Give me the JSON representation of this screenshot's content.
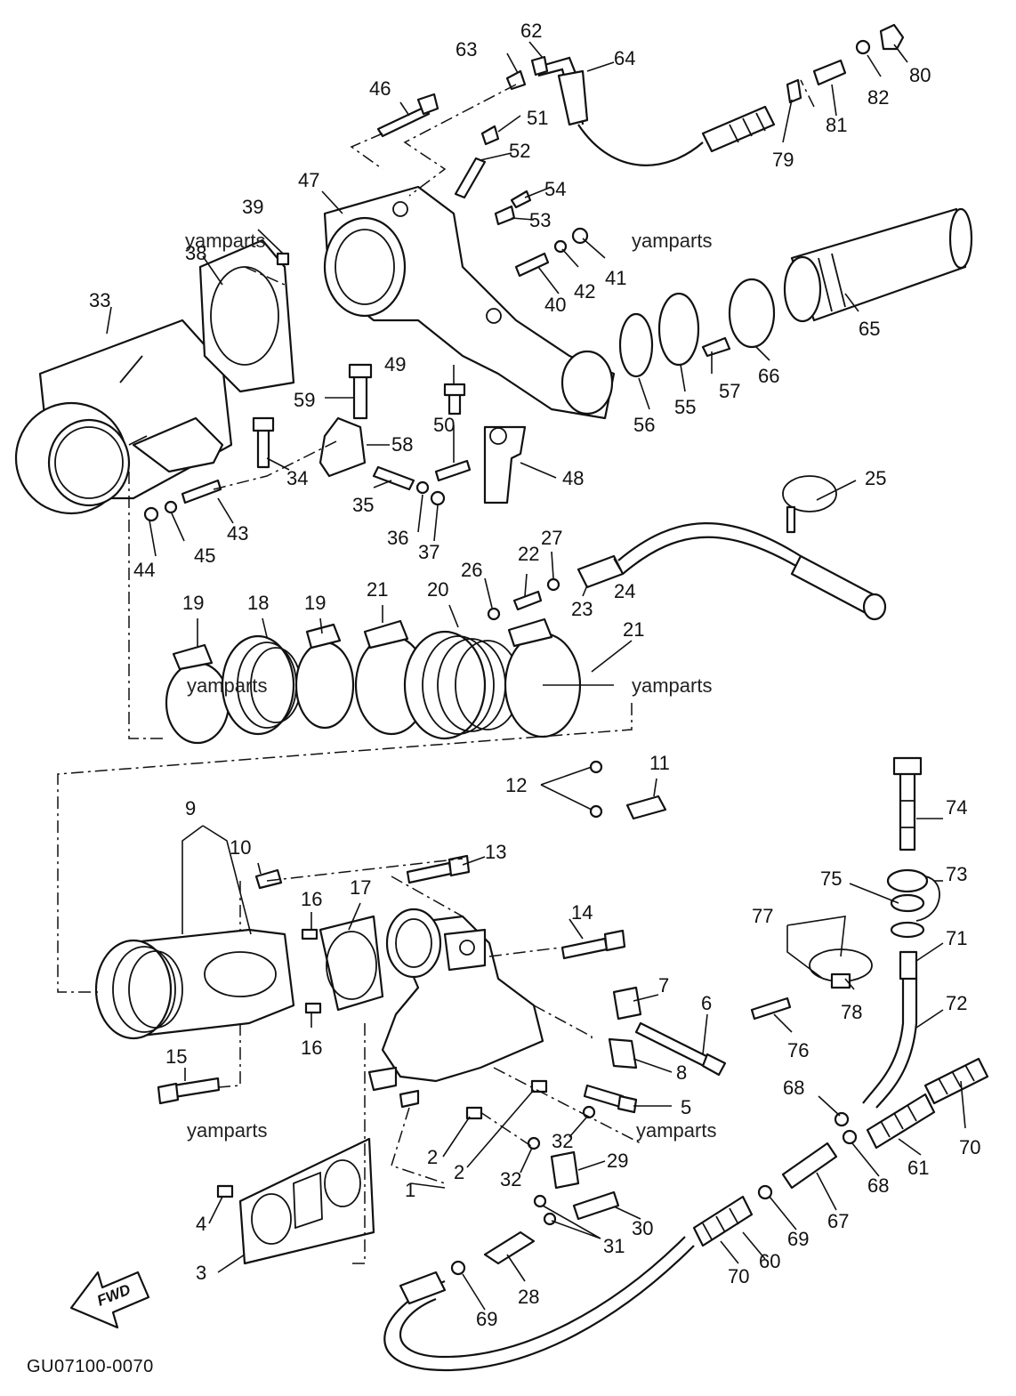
{
  "diagram": {
    "drawing_code": "GU07100-0070",
    "watermark": "yamparts",
    "direction_label": "FWD"
  },
  "callouts": [
    {
      "id": "c1",
      "label": "1"
    },
    {
      "id": "c2a",
      "label": "2"
    },
    {
      "id": "c2b",
      "label": "2"
    },
    {
      "id": "c3",
      "label": "3"
    },
    {
      "id": "c4",
      "label": "4"
    },
    {
      "id": "c5",
      "label": "5"
    },
    {
      "id": "c6",
      "label": "6"
    },
    {
      "id": "c7",
      "label": "7"
    },
    {
      "id": "c8",
      "label": "8"
    },
    {
      "id": "c9",
      "label": "9"
    },
    {
      "id": "c10",
      "label": "10"
    },
    {
      "id": "c11",
      "label": "11"
    },
    {
      "id": "c12",
      "label": "12"
    },
    {
      "id": "c13",
      "label": "13"
    },
    {
      "id": "c14",
      "label": "14"
    },
    {
      "id": "c15",
      "label": "15"
    },
    {
      "id": "c16a",
      "label": "16"
    },
    {
      "id": "c16b",
      "label": "16"
    },
    {
      "id": "c17",
      "label": "17"
    },
    {
      "id": "c18",
      "label": "18"
    },
    {
      "id": "c19a",
      "label": "19"
    },
    {
      "id": "c19b",
      "label": "19"
    },
    {
      "id": "c20",
      "label": "20"
    },
    {
      "id": "c21a",
      "label": "21"
    },
    {
      "id": "c21b",
      "label": "21"
    },
    {
      "id": "c22",
      "label": "22"
    },
    {
      "id": "c23",
      "label": "23"
    },
    {
      "id": "c24",
      "label": "24"
    },
    {
      "id": "c25",
      "label": "25"
    },
    {
      "id": "c26",
      "label": "26"
    },
    {
      "id": "c27",
      "label": "27"
    },
    {
      "id": "c28",
      "label": "28"
    },
    {
      "id": "c29",
      "label": "29"
    },
    {
      "id": "c30",
      "label": "30"
    },
    {
      "id": "c31",
      "label": "31"
    },
    {
      "id": "c32a",
      "label": "32"
    },
    {
      "id": "c32b",
      "label": "32"
    },
    {
      "id": "c33",
      "label": "33"
    },
    {
      "id": "c34",
      "label": "34"
    },
    {
      "id": "c35",
      "label": "35"
    },
    {
      "id": "c36",
      "label": "36"
    },
    {
      "id": "c37",
      "label": "37"
    },
    {
      "id": "c38",
      "label": "38"
    },
    {
      "id": "c39",
      "label": "39"
    },
    {
      "id": "c40",
      "label": "40"
    },
    {
      "id": "c41",
      "label": "41"
    },
    {
      "id": "c42",
      "label": "42"
    },
    {
      "id": "c43",
      "label": "43"
    },
    {
      "id": "c44",
      "label": "44"
    },
    {
      "id": "c45",
      "label": "45"
    },
    {
      "id": "c46",
      "label": "46"
    },
    {
      "id": "c47",
      "label": "47"
    },
    {
      "id": "c48",
      "label": "48"
    },
    {
      "id": "c49",
      "label": "49"
    },
    {
      "id": "c50",
      "label": "50"
    },
    {
      "id": "c51",
      "label": "51"
    },
    {
      "id": "c52",
      "label": "52"
    },
    {
      "id": "c53",
      "label": "53"
    },
    {
      "id": "c54",
      "label": "54"
    },
    {
      "id": "c55",
      "label": "55"
    },
    {
      "id": "c56",
      "label": "56"
    },
    {
      "id": "c57",
      "label": "57"
    },
    {
      "id": "c58",
      "label": "58"
    },
    {
      "id": "c59",
      "label": "59"
    },
    {
      "id": "c60",
      "label": "60"
    },
    {
      "id": "c61",
      "label": "61"
    },
    {
      "id": "c62",
      "label": "62"
    },
    {
      "id": "c63",
      "label": "63"
    },
    {
      "id": "c64",
      "label": "64"
    },
    {
      "id": "c65",
      "label": "65"
    },
    {
      "id": "c66",
      "label": "66"
    },
    {
      "id": "c67",
      "label": "67"
    },
    {
      "id": "c68a",
      "label": "68"
    },
    {
      "id": "c68b",
      "label": "68"
    },
    {
      "id": "c69a",
      "label": "69"
    },
    {
      "id": "c69b",
      "label": "69"
    },
    {
      "id": "c70a",
      "label": "70"
    },
    {
      "id": "c70b",
      "label": "70"
    },
    {
      "id": "c71",
      "label": "71"
    },
    {
      "id": "c72",
      "label": "72"
    },
    {
      "id": "c73",
      "label": "73"
    },
    {
      "id": "c74",
      "label": "74"
    },
    {
      "id": "c75",
      "label": "75"
    },
    {
      "id": "c76",
      "label": "76"
    },
    {
      "id": "c77",
      "label": "77"
    },
    {
      "id": "c78",
      "label": "78"
    },
    {
      "id": "c79",
      "label": "79"
    },
    {
      "id": "c80",
      "label": "80"
    },
    {
      "id": "c81",
      "label": "81"
    },
    {
      "id": "c82",
      "label": "82"
    }
  ]
}
